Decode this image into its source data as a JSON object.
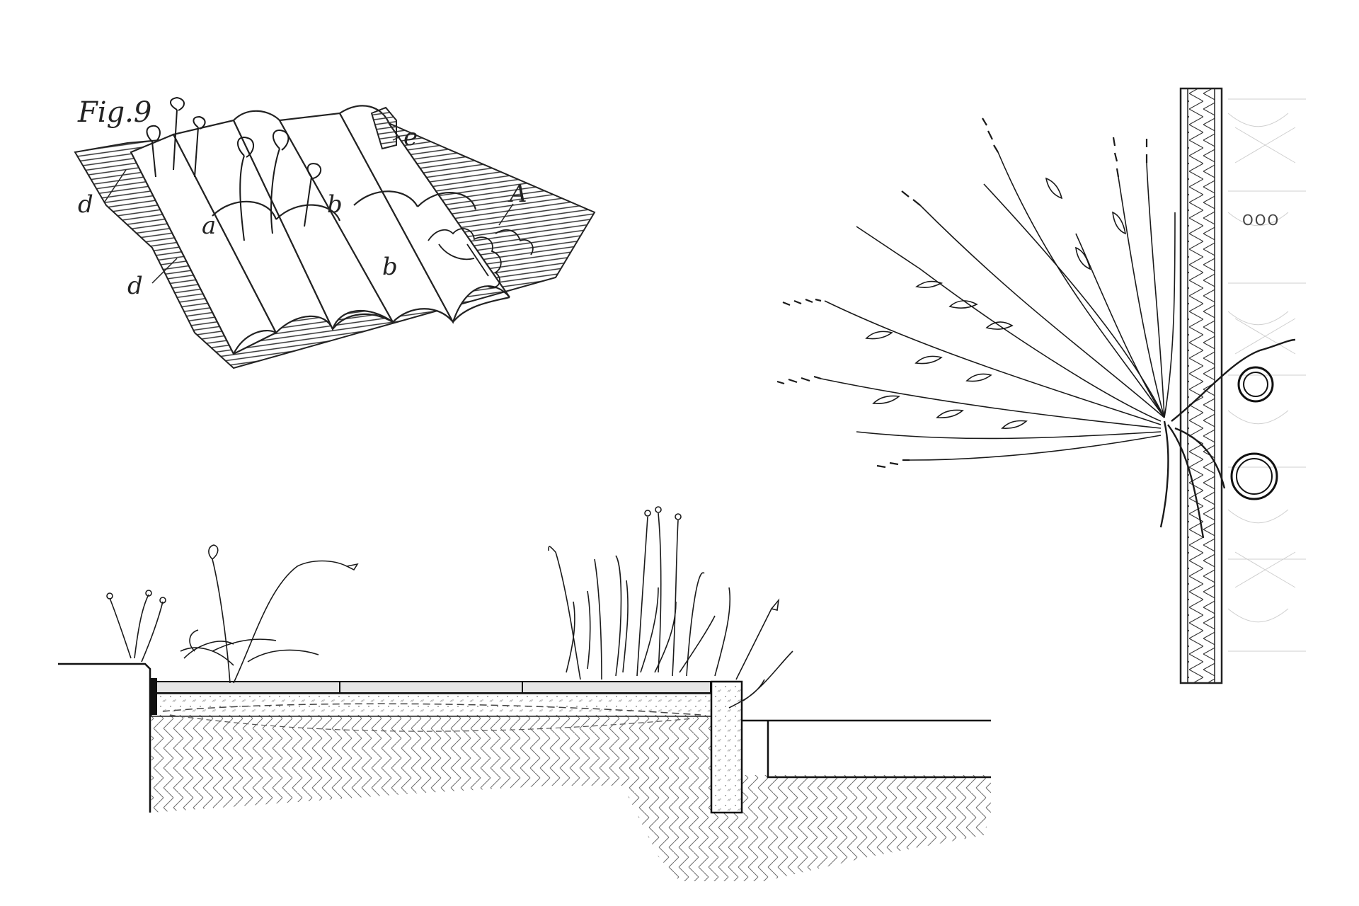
{
  "figure": {
    "title": "Fig.9",
    "labels": {
      "a": "a",
      "b1": "b",
      "b2": "b",
      "d1": "d",
      "d2": "d",
      "e": "e",
      "A": "A"
    }
  },
  "wall_marker": "OOO",
  "colors": {
    "ink": "#1a1a1a",
    "hatch": "#6f6f6f",
    "faint": "#c9c9c9",
    "paper": "#ffffff"
  }
}
